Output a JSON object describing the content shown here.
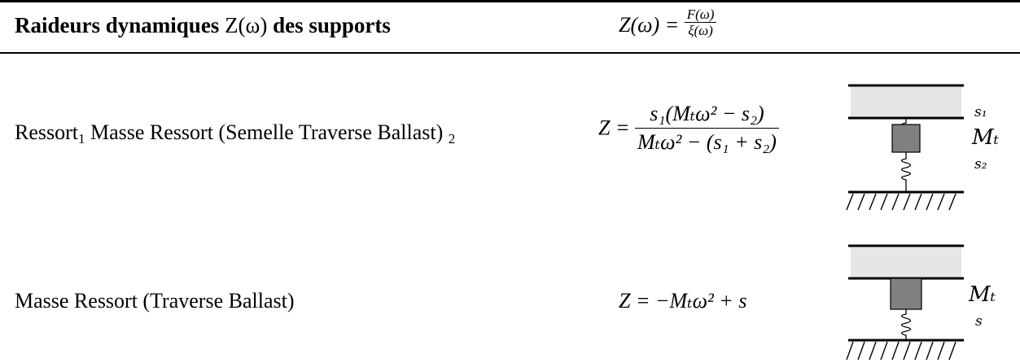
{
  "header": {
    "title_text": "Raideurs dynamiques",
    "title_symbol": "Z(ω)",
    "title_suffix": "des supports",
    "formula_lhs": "Z(ω) =",
    "formula_num": "F(ω)",
    "formula_den": "ξ(ω)"
  },
  "rows": [
    {
      "label_part1": "Ressort",
      "label_sub1": "1",
      "label_part2": "Masse Ressort (Semelle Traverse Ballast)",
      "label_sub2": "2",
      "formula_lhs": "Z =",
      "formula_num": "s₁(Mₜω² − s₂)",
      "formula_den": "Mₜω² − (s₁ + s₂)",
      "diagram_labels": {
        "top": "s₁",
        "mass": "Mₜ",
        "bottom": "s₂"
      }
    },
    {
      "label": "Masse Ressort (Traverse Ballast)",
      "formula": "Z = −Mₜω² + s",
      "diagram_labels": {
        "mass": "Mₜ",
        "spring": "s"
      }
    }
  ]
}
